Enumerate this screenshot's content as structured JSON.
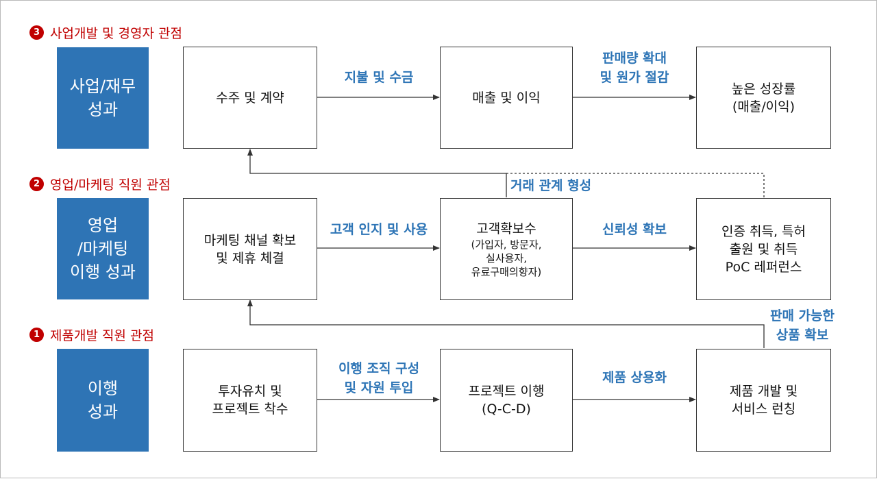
{
  "colors": {
    "section_heading": "#c00000",
    "performance_box": "#2e74b5",
    "flow_label": "#2e75b6",
    "line": "#333333"
  },
  "sections": [
    {
      "marker": "3",
      "title": "사업개발 및 경영자 관점",
      "performance": "사업/재무\n성과"
    },
    {
      "marker": "2",
      "title": "영업/마케팅 직원 관점",
      "performance": "영업\n/마케팅\n이행 성과"
    },
    {
      "marker": "1",
      "title": "제품개발 직원 관점",
      "performance": "이행\n성과"
    }
  ],
  "boxes": {
    "r1c1": "수주 및 계약",
    "r1c2": "매출 및 이익",
    "r1c3": "높은 성장률\n(매출/이익)",
    "r2c1": "마케팅 채널 확보\n및 제휴 체결",
    "r2c2_title": "고객확보수",
    "r2c2_detail": "(가입자, 방문자,\n실사용자,\n유료구매의향자)",
    "r2c3": "인증 취득, 특허\n출원 및 취득\nPoC 레퍼런스",
    "r3c1": "투자유치 및\n프로젝트 착수",
    "r3c2": "프로젝트 이행\n(Q-C-D)",
    "r3c3": "제품 개발 및\n서비스 런칭"
  },
  "flow_labels": {
    "r1a": "지불 및 수금",
    "r1b": "판매량 확대\n및 원가 절감",
    "r2a": "고객 인지 및 사용",
    "r2b": "신뢰성 확보",
    "r3a": "이행 조직 구성\n및 자원 투입",
    "r3b": "제품 상용화",
    "up_r2": "거래 관계 형성",
    "up_r3": "판매 가능한\n상품 확보"
  }
}
